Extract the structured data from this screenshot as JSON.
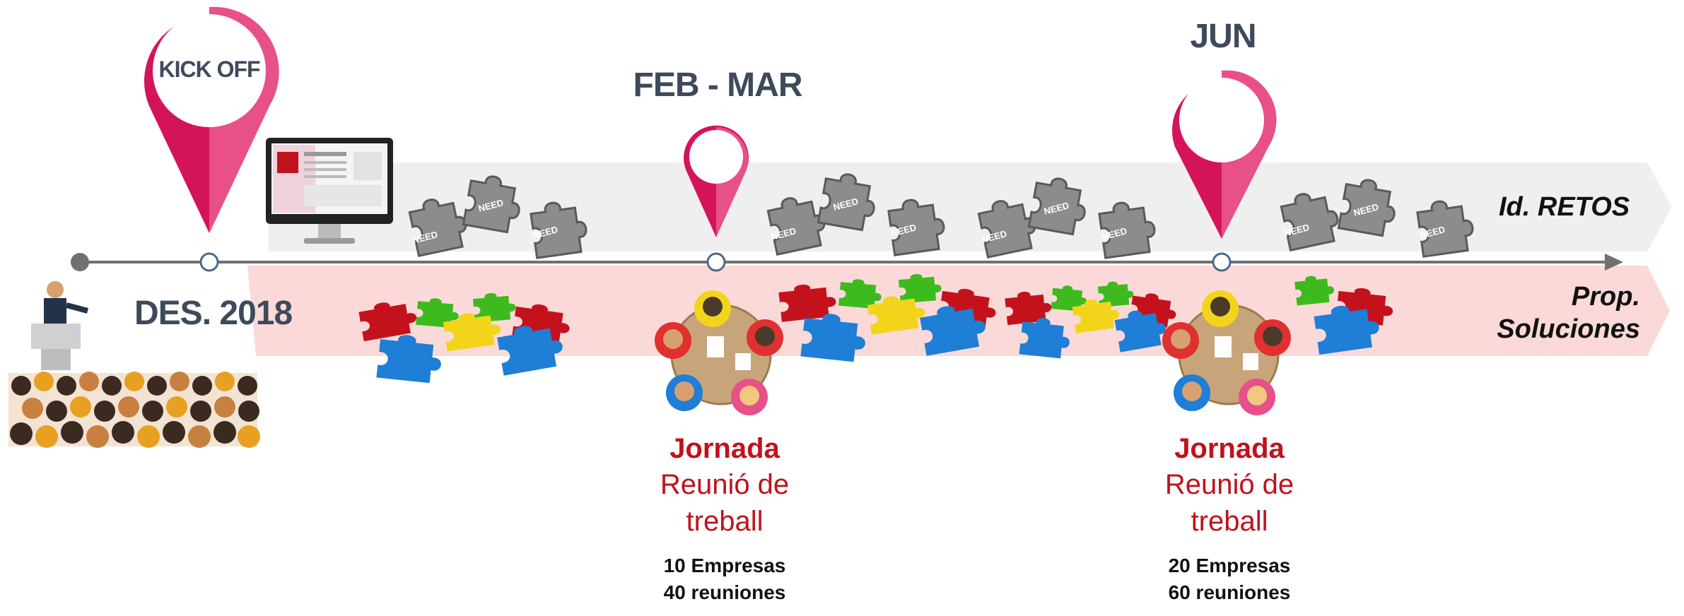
{
  "milestones": {
    "kickoff": {
      "pin_label": "KICK OFF",
      "date": "DES. 2018"
    },
    "febmar": {
      "date": "FEB - MAR"
    },
    "jun": {
      "date": "JUN"
    }
  },
  "bands": {
    "retos_label": "Id. RETOS",
    "soluciones_label_1": "Prop.",
    "soluciones_label_2": "Soluciones"
  },
  "puzzle_tag": "NEED",
  "events": [
    {
      "title": "Jornada",
      "subtitle_1": "Reunió de",
      "subtitle_2": "treball",
      "stat_1": "10 Empresas",
      "stat_2": "40 reuniones"
    },
    {
      "title": "Jornada",
      "subtitle_1": "Reunió de",
      "subtitle_2": "treball",
      "stat_1": "20 Empresas",
      "stat_2": "60 reuniones"
    }
  ],
  "colors": {
    "pin": "#d4145a",
    "pin_light": "#e8508a",
    "text_dark": "#3e4a5c",
    "accent_red": "#c0121c",
    "retos_band": "#efefef",
    "soluciones_band": "#fcd9d9",
    "timeline": "#707070"
  }
}
